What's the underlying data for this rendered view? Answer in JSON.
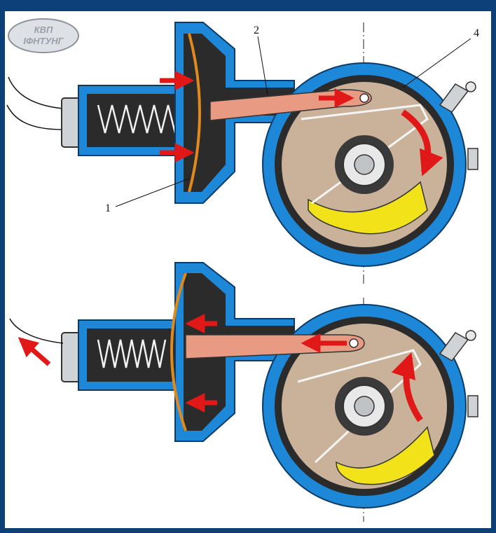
{
  "logo": {
    "line1": "КВП",
    "line2": "ІФНТУНГ"
  },
  "callouts": {
    "diaphragm": "1",
    "rod": "2",
    "plate": "4"
  },
  "colors": {
    "housing_blue": "#1e88d8",
    "body_dark": "#2b2b2b",
    "diaphragm_orange": "#e08a1e",
    "rod_salmon": "#e89a82",
    "plate_tan": "#c9b299",
    "contact_yellow": "#f2e21a",
    "arrow_red": "#e01818",
    "frame_navy": "#0d3f78"
  },
  "states": [
    "vacuum-applied",
    "vacuum-released"
  ]
}
